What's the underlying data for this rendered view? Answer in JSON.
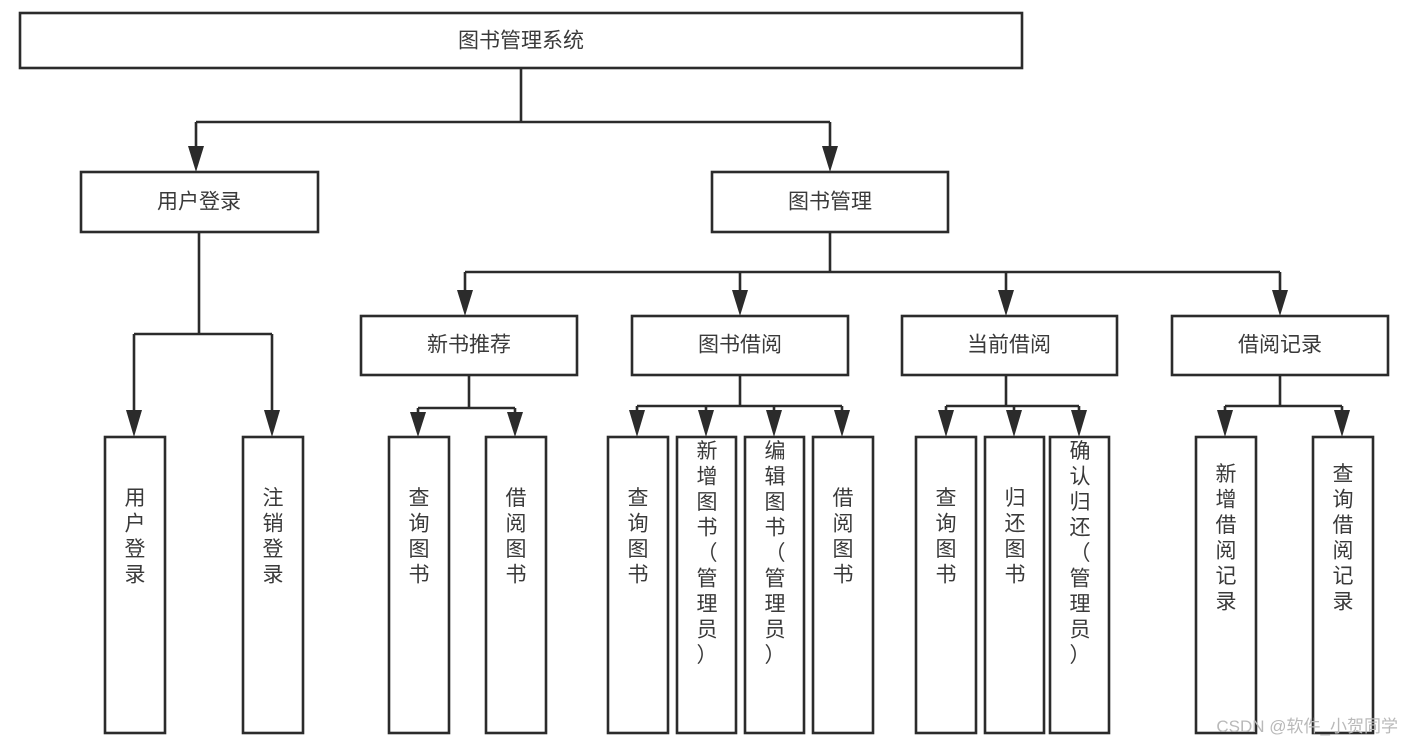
{
  "diagram": {
    "type": "hierarchy-tree",
    "title": "图书管理系统",
    "orientation": "top-down",
    "arrow_style": "solid-filled-triangle",
    "colors": {
      "box_stroke": "#2b2b2b",
      "box_fill": "#ffffff",
      "text": "#3a3a3a",
      "connector": "#2b2b2b",
      "watermark": "#b9b9b9",
      "background": "#ffffff"
    },
    "levels": [
      {
        "level": 1,
        "nodes": [
          {
            "id": "root",
            "label": "图书管理系统",
            "orientation": "horizontal"
          }
        ]
      },
      {
        "level": 2,
        "nodes": [
          {
            "id": "login",
            "label": "用户登录",
            "orientation": "horizontal",
            "parent": "root"
          },
          {
            "id": "bookmgmt",
            "label": "图书管理",
            "orientation": "horizontal",
            "parent": "root"
          }
        ]
      },
      {
        "level": 3,
        "nodes": [
          {
            "id": "newbook",
            "label": "新书推荐",
            "orientation": "horizontal",
            "parent": "bookmgmt"
          },
          {
            "id": "borrow",
            "label": "图书借阅",
            "orientation": "horizontal",
            "parent": "bookmgmt"
          },
          {
            "id": "current",
            "label": "当前借阅",
            "orientation": "horizontal",
            "parent": "bookmgmt"
          },
          {
            "id": "records",
            "label": "借阅记录",
            "orientation": "horizontal",
            "parent": "bookmgmt"
          }
        ]
      },
      {
        "level": 4,
        "nodes": [
          {
            "id": "leaf1",
            "label": "用户登录",
            "orientation": "vertical",
            "parent": "login"
          },
          {
            "id": "leaf2",
            "label": "注销登录",
            "orientation": "vertical",
            "parent": "login"
          },
          {
            "id": "leaf3",
            "label": "查询图书",
            "orientation": "vertical",
            "parent": "newbook"
          },
          {
            "id": "leaf4",
            "label": "借阅图书",
            "orientation": "vertical",
            "parent": "newbook"
          },
          {
            "id": "leaf5",
            "label": "查询图书",
            "orientation": "vertical",
            "parent": "borrow"
          },
          {
            "id": "leaf6",
            "label": "新增图书（管理员）",
            "orientation": "vertical",
            "parent": "borrow"
          },
          {
            "id": "leaf7",
            "label": "编辑图书（管理员）",
            "orientation": "vertical",
            "parent": "borrow"
          },
          {
            "id": "leaf8",
            "label": "借阅图书",
            "orientation": "vertical",
            "parent": "borrow"
          },
          {
            "id": "leaf9",
            "label": "查询图书",
            "orientation": "vertical",
            "parent": "current"
          },
          {
            "id": "leaf10",
            "label": "归还图书",
            "orientation": "vertical",
            "parent": "current"
          },
          {
            "id": "leaf11",
            "label": "确认归还（管理员）",
            "orientation": "vertical",
            "parent": "current"
          },
          {
            "id": "leaf12",
            "label": "新增借阅记录",
            "orientation": "vertical",
            "parent": "records"
          },
          {
            "id": "leaf13",
            "label": "查询借阅记录",
            "orientation": "vertical",
            "parent": "records"
          }
        ]
      }
    ]
  },
  "watermark": {
    "text": "CSDN @软件_小贺同学"
  }
}
